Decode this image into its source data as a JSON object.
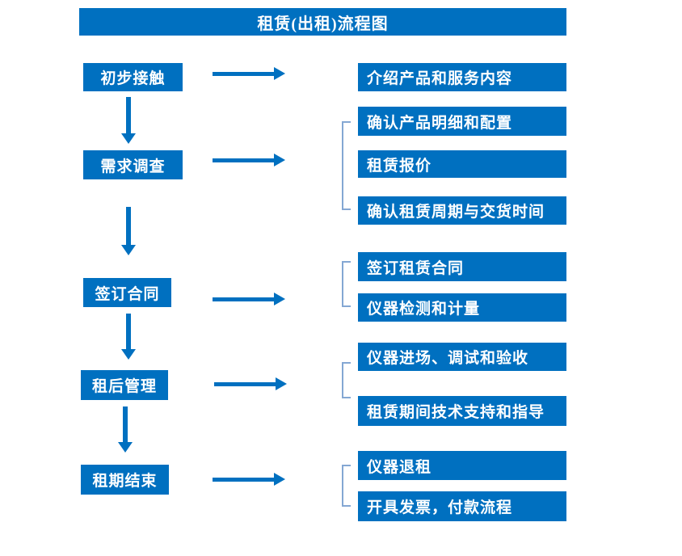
{
  "title": "租赁(出租)流程图",
  "colors": {
    "box_blue": "#0070C0",
    "arrow_blue": "#0070C0",
    "bracket_blue": "#84A7D3",
    "text_white": "#ffffff",
    "background": "#ffffff"
  },
  "flow": {
    "rows": [
      {
        "step": "初步接触",
        "details": [
          "介绍产品和服务内容"
        ]
      },
      {
        "step": "需求调查",
        "details": [
          "确认产品明细和配置",
          "租赁报价",
          "确认租赁周期与交货时间"
        ]
      },
      {
        "step": "签订合同",
        "details": [
          "签订租赁合同",
          "仪器检测和计量"
        ]
      },
      {
        "step": "租后管理",
        "details": [
          "仪器进场、调试和验收",
          "租赁期间技术支持和指导"
        ]
      },
      {
        "step": "租期结束",
        "details": [
          "仪器退租",
          "开具发票，付款流程"
        ]
      }
    ]
  }
}
